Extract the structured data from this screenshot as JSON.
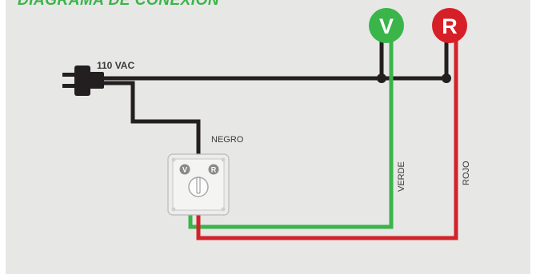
{
  "diagram": {
    "title": "DIAGRAMA DE CONEXION",
    "voltage_label": "110 VAC",
    "wire_black_label": "NEGRO",
    "wire_green_label": "VERDE",
    "wire_red_label": "ROJO",
    "indicator_green_letter": "V",
    "indicator_red_letter": "R",
    "switch_green_letter": "V",
    "switch_red_letter": "R"
  },
  "colors": {
    "panel_background": "#e7e7e6",
    "title": "#3db34a",
    "wire_black": "#231f20",
    "wire_green": "#3db34a",
    "wire_red": "#d2232a",
    "indicator_green": "#3ab54a",
    "indicator_red": "#d71f27"
  }
}
